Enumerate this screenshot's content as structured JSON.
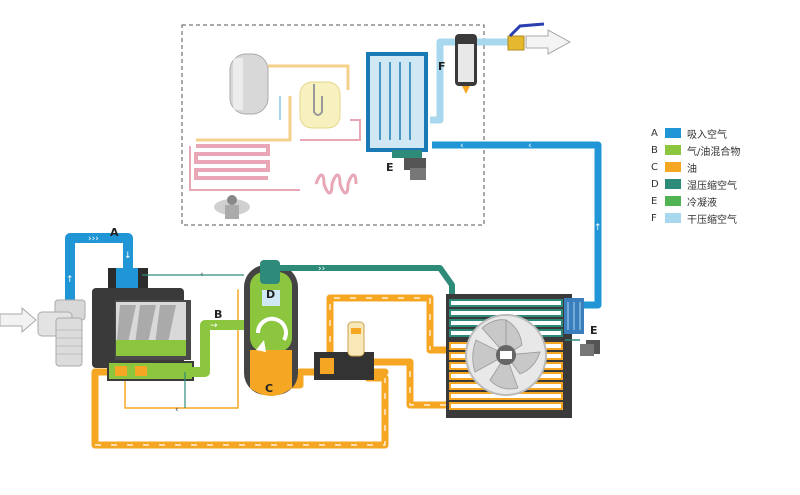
{
  "colors": {
    "intake_air": "#2196d6",
    "air_oil_mix": "#8cc63f",
    "oil": "#f5a623",
    "wet_air": "#2e8b7a",
    "condensate": "#52b352",
    "dry_air": "#a8d8ee"
  },
  "legend": [
    {
      "letter": "A",
      "label": "吸入空气",
      "color": "#2196d6"
    },
    {
      "letter": "B",
      "label": "气/油混合物",
      "color": "#8cc63f"
    },
    {
      "letter": "C",
      "label": "油",
      "color": "#f5a623"
    },
    {
      "letter": "D",
      "label": "湿压缩空气",
      "color": "#2e8b7a"
    },
    {
      "letter": "E",
      "label": "冷凝液",
      "color": "#52b352"
    },
    {
      "letter": "F",
      "label": "干压缩空气",
      "color": "#a8d8ee"
    }
  ],
  "callouts": {
    "a": "A",
    "b": "B",
    "c": "C",
    "d": "D",
    "e_dryer": "E",
    "e_cooler": "E",
    "f": "F"
  },
  "icons": [
    "intake-filter-icon",
    "screw-element-icon",
    "separator-tank-icon",
    "thermostatic-valve-icon",
    "aftercooler-fan-icon",
    "refrigeration-dryer-icon",
    "drain-valve-icon",
    "outlet-ball-valve-icon"
  ]
}
